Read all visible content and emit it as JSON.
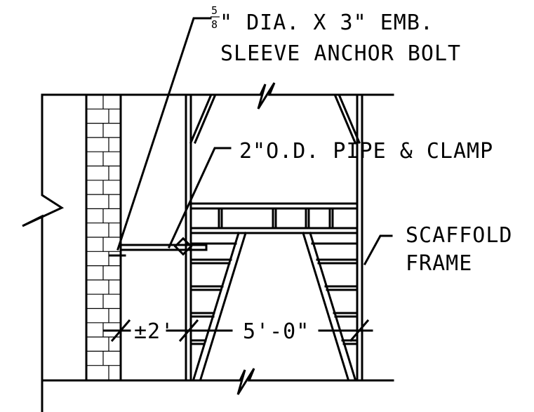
{
  "labels": {
    "anchor_fraction_num": "5",
    "anchor_fraction_den": "8",
    "anchor_line1": "\" DIA. X 3\" EMB.",
    "anchor_line2": "SLEEVE ANCHOR BOLT",
    "pipe": "2\"O.D. PIPE & CLAMP",
    "scaffold_line1": "SCAFFOLD",
    "scaffold_line2": "FRAME",
    "dim_left": "±2'",
    "dim_right": "5'-0\""
  }
}
